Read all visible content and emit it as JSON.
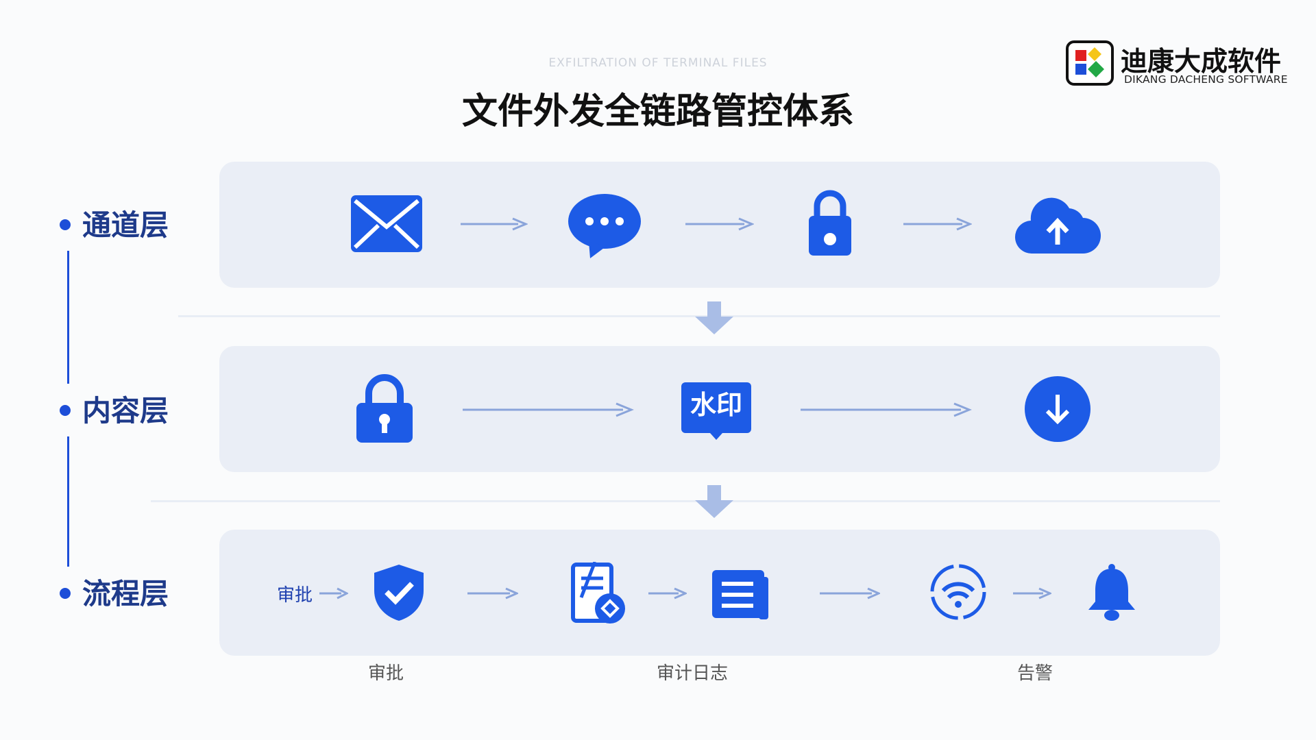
{
  "header": {
    "subtitle": "EXFILTRATION OF TERMINAL FILES",
    "title": "文件外发全链路管控体系"
  },
  "logo": {
    "name": "迪康大成软件",
    "name_en": "DIKANG DACHENG SOFTWARE"
  },
  "layers": [
    {
      "label": "通道层",
      "icons": [
        "email-icon",
        "chat-bubble-icon",
        "padlock-icon",
        "cloud-upload-icon"
      ]
    },
    {
      "label": "内容层",
      "icons": [
        "keyhole-lock-icon",
        "watermark-icon",
        "download-circle-icon"
      ],
      "watermark_text": "水印"
    },
    {
      "label": "流程层",
      "inline_label": "审批",
      "icons": [
        "shield-check-icon",
        "document-seal-icon",
        "log-list-icon",
        "wifi-signal-icon",
        "bell-icon"
      ]
    }
  ],
  "captions": {
    "approval": "审批",
    "audit_log": "审计日志",
    "alert": "告警"
  },
  "colors": {
    "accent": "#1d5be6",
    "dark_blue": "#1e3a8a",
    "panel": "#eaeef6",
    "arrow": "#8aa4da"
  }
}
